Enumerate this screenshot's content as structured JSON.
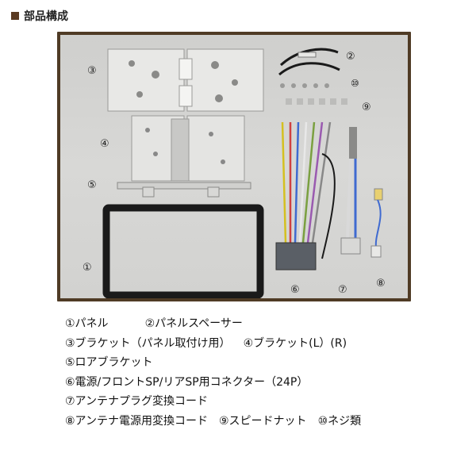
{
  "header": {
    "title": "部品構成"
  },
  "photo_labels": {
    "l1": "①",
    "l2": "②",
    "l3": "③",
    "l4": "④",
    "l5": "⑤",
    "l6": "⑥",
    "l7": "⑦",
    "l8": "⑧",
    "l9": "⑨",
    "l10": "⑩"
  },
  "parts_list": {
    "row1_a": "①パネル",
    "row1_b": "②パネルスペーサー",
    "row2_a": "③ブラケット（パネル取付け用）",
    "row2_b": "④ブラケット(L）(R)",
    "row3_a": "⑤ロアブラケット",
    "row4_a": "⑥電源/フロントSP/リアSP用コネクター（24P）",
    "row5_a": "⑦アンテナプラグ変換コード",
    "row6_a": "⑧アンテナ電源用変換コード",
    "row6_b": "⑨スピードナット",
    "row6_c": "⑩ネジ類"
  }
}
